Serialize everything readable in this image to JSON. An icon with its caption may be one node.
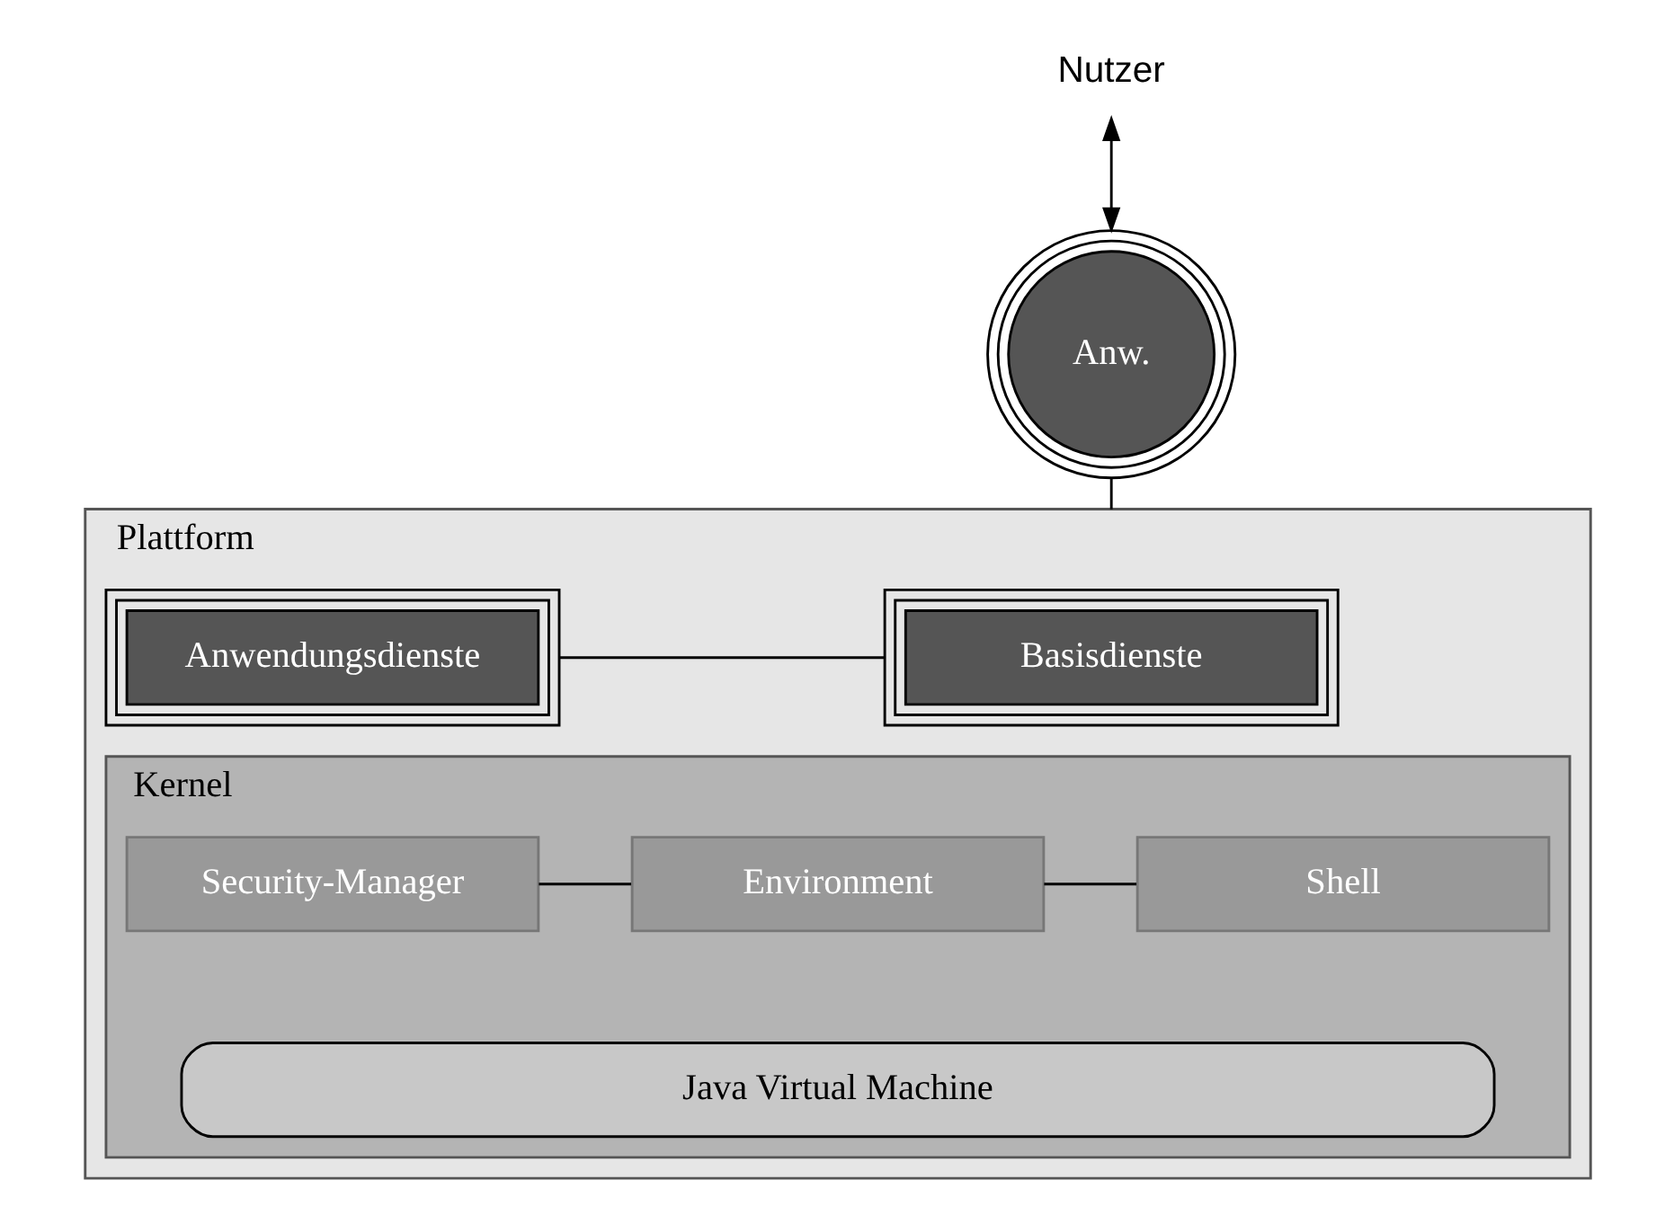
{
  "diagram": {
    "nodes": [
      {
        "text": [
          "Nutzer"
        ]
      },
      {
        "text": [
          "Anw."
        ]
      },
      {
        "text": [
          "Plattform"
        ]
      },
      {
        "text": [
          "Basisdienste"
        ],
        "in": 2
      },
      {
        "text": [
          "Anwendungsdienste"
        ],
        "in": 2
      },
      {
        "text": [
          "Kernel"
        ],
        "in": 2
      },
      {
        "text": [
          "Shell"
        ],
        "in": 5
      },
      {
        "text": [
          "Environment"
        ],
        "in": 5
      },
      {
        "text": [
          "Security-Manager"
        ],
        "in": 5
      },
      {
        "text": [
          "Java Virtual Machine"
        ],
        "in": 5
      }
    ],
    "edges": [
      {
        "from": 0,
        "to": 1,
        "arrow": "both"
      },
      {
        "from": 1,
        "to": 2,
        "arrow": "none"
      },
      {
        "from": 3,
        "to": 4,
        "arrow": "none"
      },
      {
        "from": 6,
        "to": 7,
        "arrow": "none"
      },
      {
        "from": 7,
        "to": 8,
        "arrow": "none"
      }
    ]
  }
}
